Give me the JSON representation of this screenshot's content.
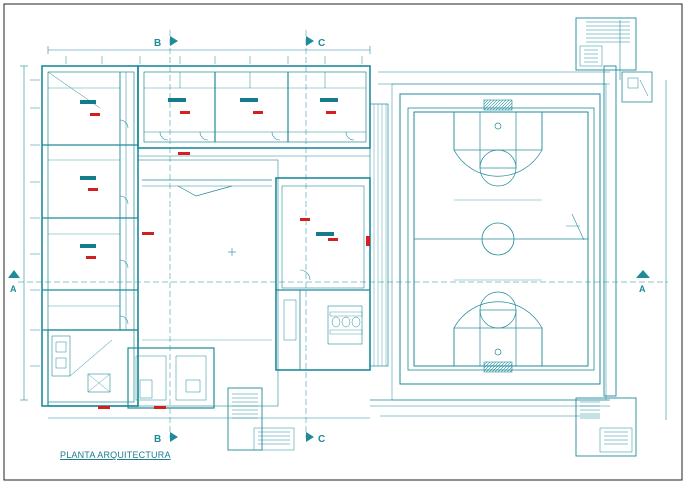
{
  "drawing": {
    "title": "PLANTA ARQUITECTURA",
    "section_marks": {
      "b_top": "B",
      "c_top": "C",
      "b_bottom": "B",
      "c_bottom": "C",
      "a_left": "A",
      "a_right": "A"
    },
    "colors": {
      "line": "#1f8a99",
      "line_dark": "#0f5f6c",
      "label_red": "#d21f1f",
      "label_block": "#157a8a",
      "background": "#ffffff"
    }
  }
}
